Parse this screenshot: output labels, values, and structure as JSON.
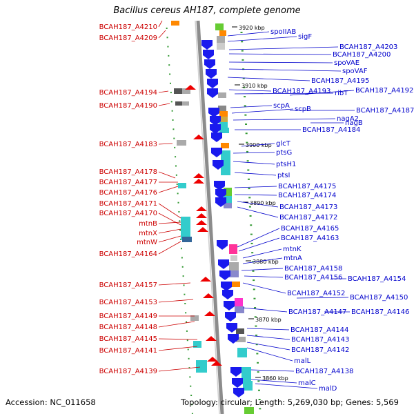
{
  "title": "Bacillus cereus AH187, complete genome",
  "footer": {
    "accession": "Accession: NC_011658",
    "topology": "Topology: circular; Length: 5,269,030 bp; Genes: 5,569"
  },
  "colors": {
    "reverse_strand_label": "#cc0000",
    "forward_strand_label": "#0000cc",
    "backbone": "#8c8c8c",
    "tick": "#339933"
  },
  "position_markers": [
    "3920 kbp",
    "3910 kbp",
    "3900 kbp",
    "3890 kbp",
    "3880 kbp",
    "3870 kbp",
    "3860 kbp"
  ],
  "left_labels": [
    "BCAH187_A4210",
    "BCAH187_A4209",
    "BCAH187_A4194",
    "BCAH187_A4190",
    "BCAH187_A4183",
    "BCAH187_A4178",
    "BCAH187_A4177",
    "BCAH187_A4176",
    "BCAH187_A4171",
    "BCAH187_A4170",
    "mtnB",
    "mtnX",
    "mtnW",
    "BCAH187_A4164",
    "BCAH187_A4157",
    "BCAH187_A4153",
    "BCAH187_A4149",
    "BCAH187_A4148",
    "BCAH187_A4145",
    "BCAH187_A4141",
    "BCAH187_A4139"
  ],
  "right_labels": [
    "spoIIAB",
    "sigF",
    "BCAH187_A4203",
    "BCAH187_A4200",
    "spoVAE",
    "spoVAF",
    "BCAH187_A4195",
    "BCAH187_A4193",
    "ribT",
    "BCAH187_A4192",
    "scpA",
    "scpB",
    "BCAH187_A4187",
    "nagA2",
    "nagB",
    "BCAH187_A4184",
    "glcT",
    "ptsG",
    "ptsH1",
    "ptsI",
    "BCAH187_A4175",
    "BCAH187_A4174",
    "BCAH187_A4173",
    "BCAH187_A4172",
    "BCAH187_A4165",
    "BCAH187_A4163",
    "mtnK",
    "mtnA",
    "BCAH187_A4158",
    "BCAH187_A4156",
    "BCAH187_A4154",
    "BCAH187_A4152",
    "BCAH187_A4150",
    "BCAH187_A4147",
    "BCAH187_A4146",
    "BCAH187_A4144",
    "BCAH187_A4143",
    "BCAH187_A4142",
    "malL",
    "BCAH187_A4138",
    "malC",
    "malD"
  ]
}
